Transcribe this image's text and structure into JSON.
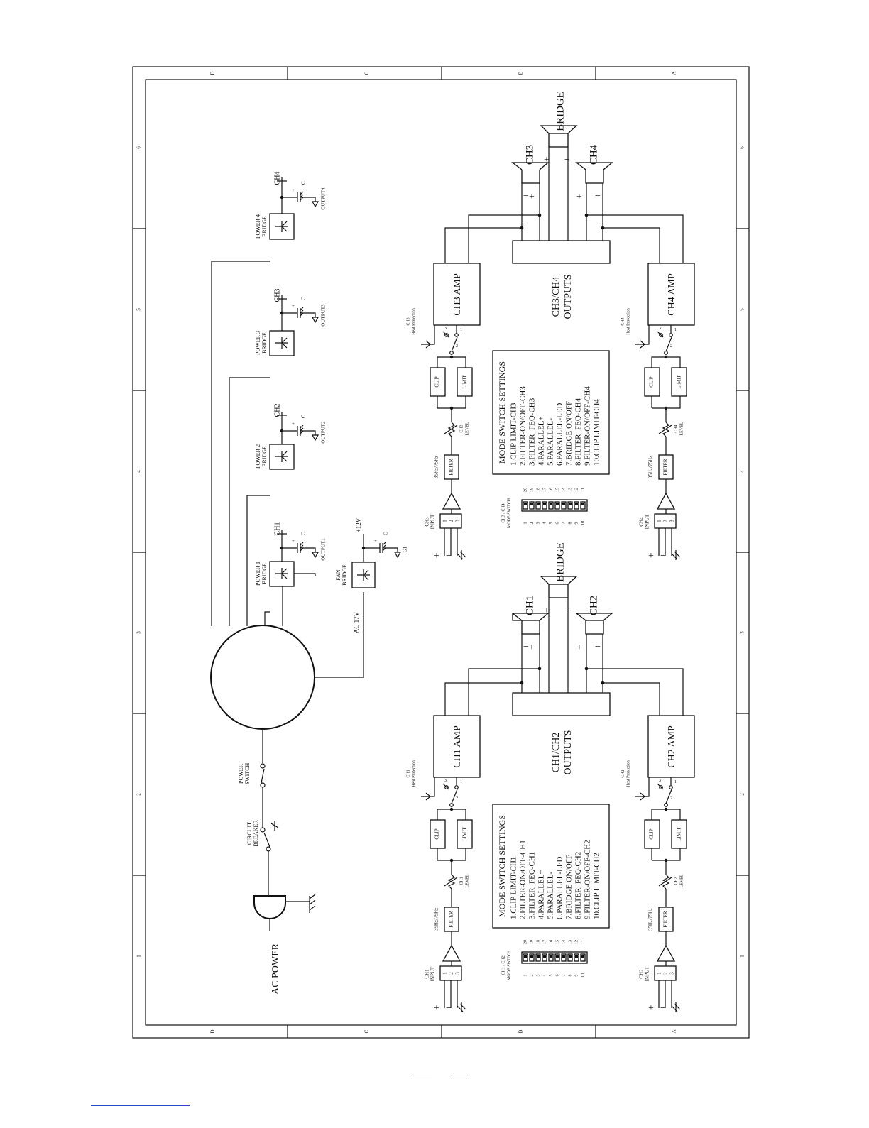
{
  "frame": {
    "rows_top": [
      "D",
      "C",
      "B",
      "A"
    ],
    "rows_bottom": [
      "D",
      "C",
      "B",
      "A"
    ],
    "cols_left": [
      "6",
      "5",
      "4",
      "3",
      "2",
      "1"
    ],
    "cols_right": [
      "6",
      "5",
      "4",
      "3",
      "2",
      "1"
    ]
  },
  "power": {
    "ac_power": "AC POWER",
    "circuit_breaker": [
      "CIRCUIT",
      "BREAKER"
    ],
    "power_switch": [
      "POWER",
      "SWITCH"
    ],
    "ac17v": "AC 17V"
  },
  "bridges": [
    {
      "label": [
        "POWER 1",
        "BRIDGE"
      ],
      "ch": "CH1",
      "cap": "C",
      "output": "OUTPUT1"
    },
    {
      "label": [
        "POWER 2",
        "BRIDGE"
      ],
      "ch": "CH2",
      "cap": "C",
      "output": "OUTPUT2"
    },
    {
      "label": [
        "POWER 3",
        "BRIDGE"
      ],
      "ch": "CH3",
      "cap": "C",
      "output": "OUTPUT3"
    },
    {
      "label": [
        "POWER 4",
        "BRIDGE"
      ],
      "ch": "CH4",
      "cap": "C",
      "output": "OUTPUT4"
    }
  ],
  "fan": {
    "label": [
      "FAN",
      "BRIDGE"
    ],
    "v": "+12V",
    "cap": "C",
    "gnd": "G1"
  },
  "channels": [
    {
      "amp": "CH1 AMP",
      "heat": [
        "CH1",
        "Heat Protection"
      ],
      "level": [
        "CH1",
        "LEVEL"
      ],
      "input": [
        "CH1",
        "INPUT"
      ]
    },
    {
      "amp": "CH2 AMP",
      "heat": [
        "CH2",
        "Heat Protection"
      ],
      "level": [
        "CH2",
        "LEVEL"
      ],
      "input": [
        "CH2",
        "INPUT"
      ]
    },
    {
      "amp": "CH3 AMP",
      "heat": [
        "CH3",
        "Heat Protection"
      ],
      "level": [
        "CH3",
        "LEVEL"
      ],
      "input": [
        "CH3",
        "INPUT"
      ]
    },
    {
      "amp": "CH4 AMP",
      "heat": [
        "CH4",
        "Heat Protection"
      ],
      "level": [
        "CH4",
        "LEVEL"
      ],
      "input": [
        "CH4",
        "INPUT"
      ]
    }
  ],
  "common": {
    "clip": "CLIP",
    "limit": "LIMIT",
    "filter": "FILTER",
    "freq": "35Hz/75Hz",
    "pins": [
      "1",
      "2",
      "3"
    ],
    "plus": "+",
    "minus": "−",
    "sw_pins": [
      "1",
      "2",
      "3"
    ]
  },
  "outputs": [
    {
      "label": [
        "CH1/CH2",
        "OUTPUTS"
      ],
      "spk_a": "CH1",
      "spk_b": "CH2",
      "bridge": "BRIDGE"
    },
    {
      "label": [
        "CH3/CH4",
        "OUTPUTS"
      ],
      "spk_a": "CH3",
      "spk_b": "CH4",
      "bridge": "BRIDGE"
    }
  ],
  "mode_settings": [
    {
      "title": "MODE SWITCH SETTINGS",
      "items": [
        "1.CLIP LIMIT-CH1",
        "2.FILTER-ON/OFF-CH1",
        "3.FILTER_FEQ-CH1",
        "4.PARALLEL+",
        "5.PARALLEL-",
        "6.PARALLEL-LED",
        "7.BRIDGE ON/OFF",
        "8.FILTER_FEQ-CH2",
        "9.FILTER-ON/OFF-CH2",
        "10.CLIP LIMIT-CH2"
      ]
    },
    {
      "title": "MODE SWITCH SETTINGS",
      "items": [
        "1.CLIP LIMIT-CH3",
        "2.FILTER-ON/OFF-CH3",
        "3.FILTER_FEQ-CH3",
        "4.PARALLEL+",
        "5.PARALLEL-",
        "6.PARALLEL-LED",
        "7.BRIDGE ON/OFF",
        "8.FILTER_FEQ-CH4",
        "9.FILTER-ON/OFF-CH4",
        "10.CLIP LIMIT-CH4"
      ]
    }
  ],
  "mode_switch": [
    {
      "label": [
        "CH1 / CH2",
        "MODE SWITCH"
      ],
      "left": [
        "1",
        "2",
        "3",
        "4",
        "5",
        "6",
        "7",
        "8",
        "9",
        "10"
      ],
      "right": [
        "20",
        "19",
        "18",
        "17",
        "16",
        "15",
        "14",
        "13",
        "12",
        "11"
      ]
    },
    {
      "label": [
        "CH3 / CH4",
        "MODE SWITCH"
      ],
      "left": [
        "1",
        "2",
        "3",
        "4",
        "5",
        "6",
        "7",
        "8",
        "9",
        "10"
      ],
      "right": [
        "20",
        "19",
        "18",
        "17",
        "16",
        "15",
        "14",
        "13",
        "12",
        "11"
      ]
    }
  ]
}
